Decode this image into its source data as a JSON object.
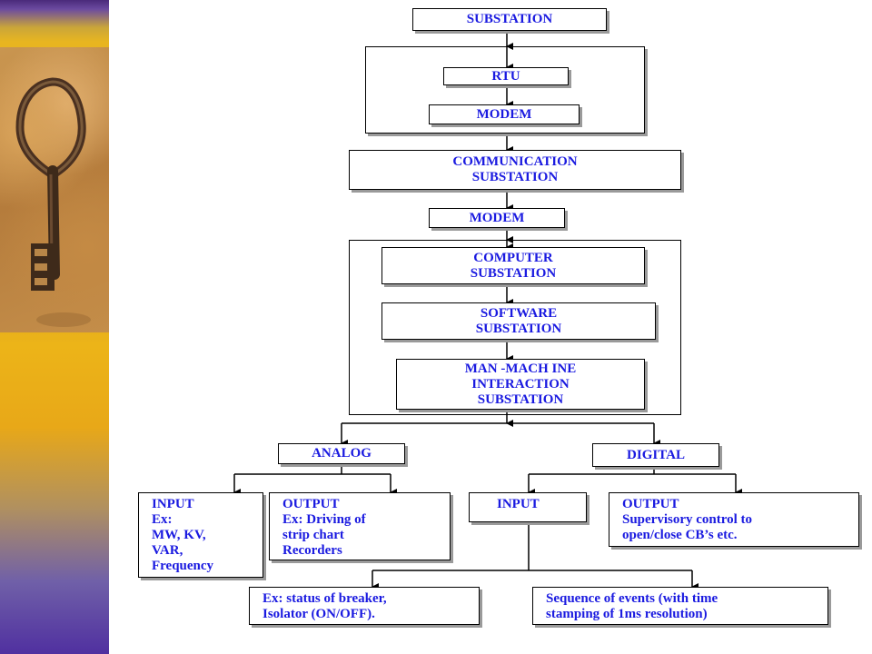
{
  "diagram": {
    "substation": "SUBSTATION",
    "rtu": "RTU",
    "modem_1": "MODEM",
    "communication": [
      "COMMUNICATION",
      "SUBSTATION"
    ],
    "modem_2": "MODEM",
    "computer": [
      "COMPUTER",
      "SUBSTATION"
    ],
    "software": [
      "SOFTWARE",
      "SUBSTATION"
    ],
    "mmi": [
      "MAN -MACH INE",
      "INTERACTION",
      "SUBSTATION"
    ],
    "analog": "ANALOG",
    "digital": "DIGITAL",
    "analog_input": [
      "INPUT",
      "Ex:",
      "MW, KV,",
      "VAR,",
      "Frequency"
    ],
    "analog_output": [
      "OUTPUT",
      "Ex: Driving of",
      "strip chart",
      "Recorders"
    ],
    "digital_input": "INPUT",
    "digital_output": [
      "OUTPUT",
      "Supervisory control to",
      "open/close CB’s etc."
    ],
    "status_example": [
      "Ex: status of breaker,",
      "Isolator (ON/OFF)."
    ],
    "sequence_events": [
      "Sequence of events (with time",
      "stamping of 1ms resolution)"
    ]
  },
  "colors": {
    "text": "#1a1ae0",
    "sidebar_gold": "#e8b520",
    "sidebar_purple": "#5030a0"
  },
  "icons": {
    "sidebar_image": "antique-key-photo"
  }
}
